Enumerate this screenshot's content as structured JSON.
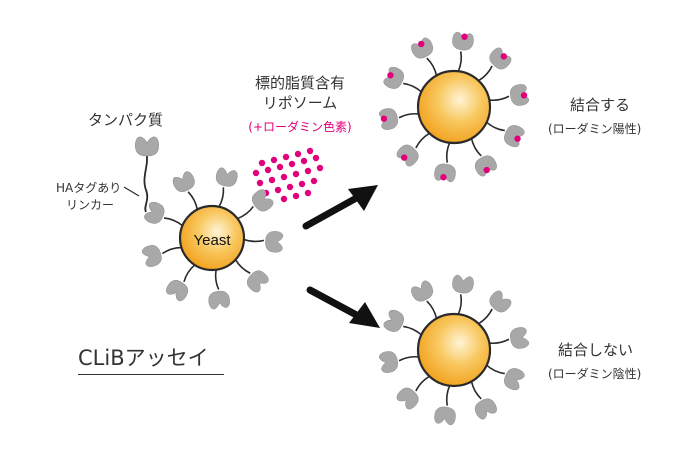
{
  "labels": {
    "protein": "タンパク質",
    "ha_linker_line1": "HAタグあり",
    "ha_linker_line2": "リンカー",
    "liposome_line1": "標的脂質含有",
    "liposome_line2": "リポソーム",
    "rhodamine_dye": "(+ローダミン色素)",
    "yeast": "Yeast",
    "binds": "結合する",
    "binds_detail": "(ローダミン陽性)",
    "no_bind": "結合しない",
    "no_bind_detail": "(ローダミン陰性)",
    "assay_name": "CLiBアッセイ"
  },
  "colors": {
    "cell_fill": "#f5b335",
    "cell_highlight": "#fff4d6",
    "cell_outline": "#2a2a2a",
    "protein_gray": "#a8a8a8",
    "rhodamine_pink": "#e2007a",
    "arrow": "#111111"
  },
  "icons": {
    "protein": "gray-binding-protein-icon",
    "liposome": "pink-dot-liposome-icon",
    "arrow": "thick-black-arrow-icon"
  }
}
